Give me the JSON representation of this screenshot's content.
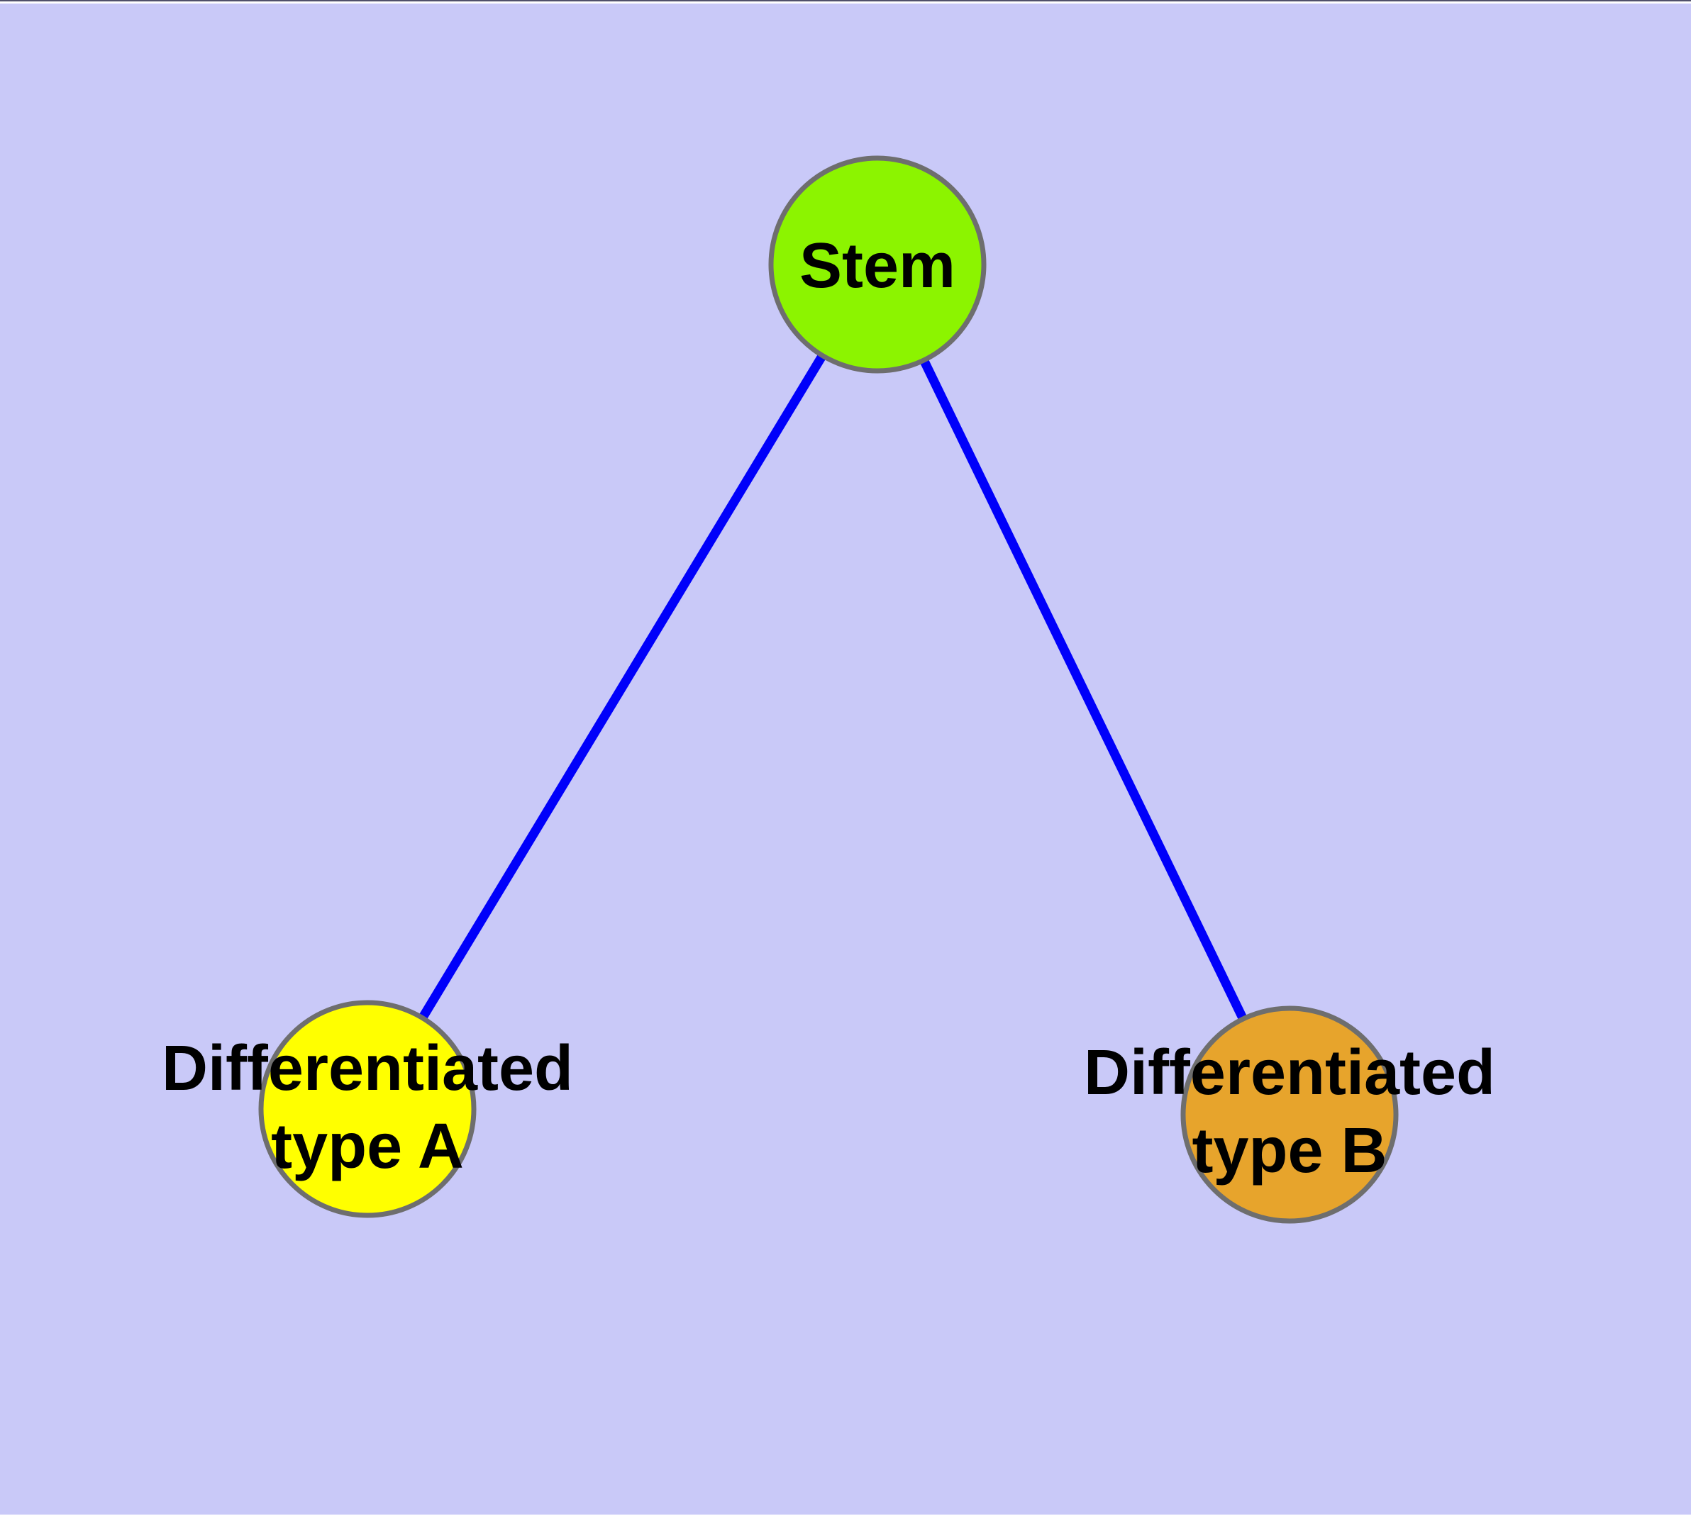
{
  "diagram": {
    "background_color": "#c9c9f8",
    "edge_color": "#0000fa",
    "node_border_color": "#6e6e6e",
    "text_color": "#000000",
    "nodes": [
      {
        "id": "stem",
        "label": "Stem",
        "label_lines": [
          "Stem"
        ],
        "fill": "#8cf400"
      },
      {
        "id": "differentiated-type-a",
        "label": "Differentiated type A",
        "label_lines": [
          "Differentiated",
          "type A"
        ],
        "fill": "#ffff00"
      },
      {
        "id": "differentiated-type-b",
        "label": "Differentiated type B",
        "label_lines": [
          "Differentiated",
          "type B"
        ],
        "fill": "#e7a42c"
      }
    ],
    "edges": [
      {
        "from": "Stem",
        "to": "Differentiated type A"
      },
      {
        "from": "Stem",
        "to": "Differentiated type B"
      }
    ]
  }
}
